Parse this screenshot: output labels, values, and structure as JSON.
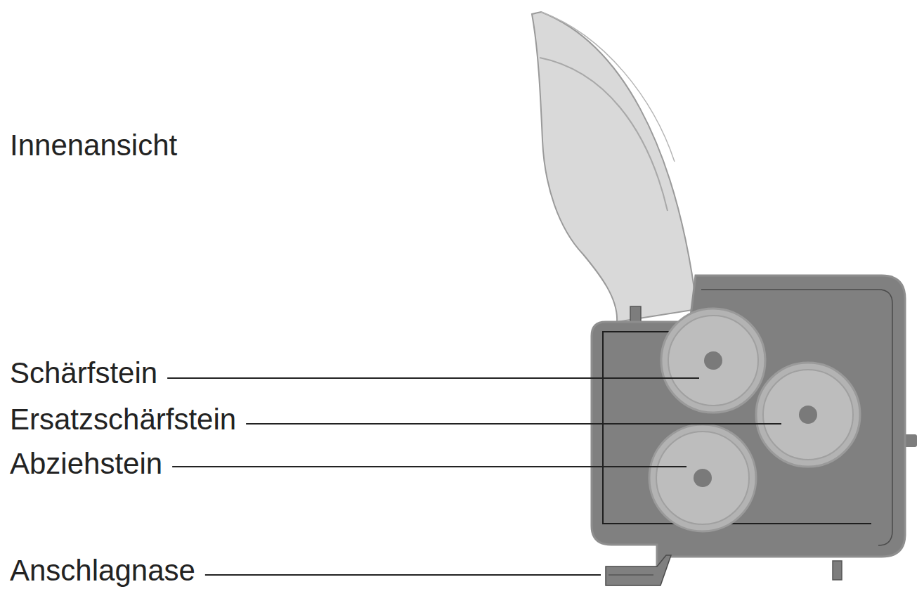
{
  "diagram": {
    "labels": [
      "Innenansicht",
      "Schärfstein",
      "Ersatzschärfstein",
      "Abziehstein",
      "Anschlagnase"
    ]
  }
}
